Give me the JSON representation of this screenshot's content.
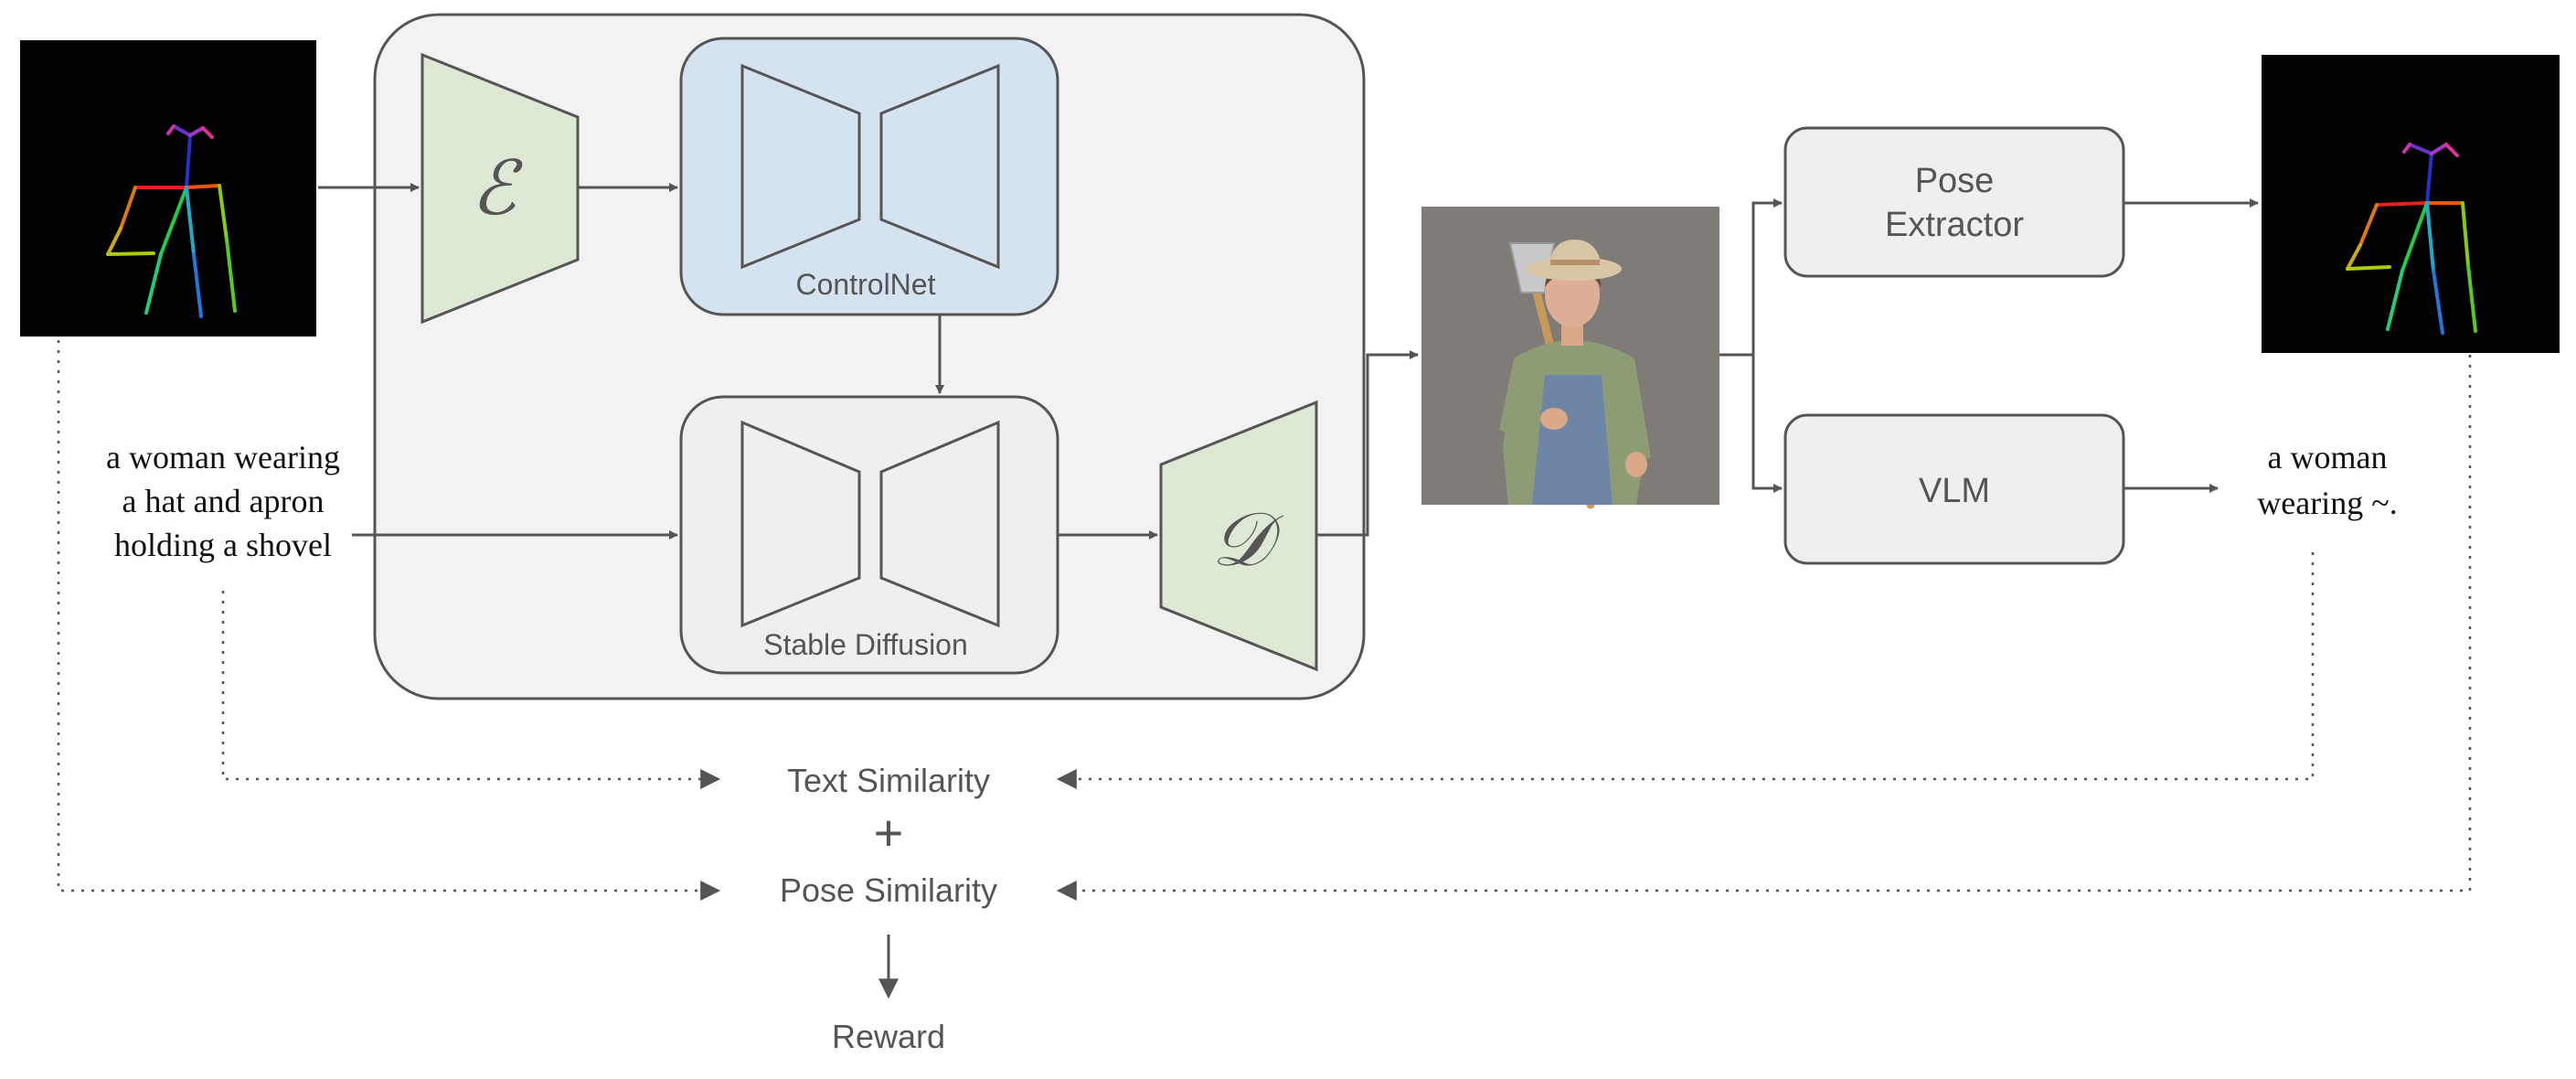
{
  "input": {
    "prompt_lines": [
      "a woman wearing",
      "a hat and apron",
      "holding a shovel"
    ]
  },
  "model": {
    "encoder_symbol": "ℰ",
    "decoder_symbol": "𝒟",
    "controlnet_label": "ControlNet",
    "stable_diffusion_label": "Stable Diffusion"
  },
  "right": {
    "pose_extractor_lines": [
      "Pose",
      "Extractor"
    ],
    "vlm_label": "VLM",
    "caption_lines": [
      "a woman",
      "wearing ~."
    ]
  },
  "reward": {
    "text_similarity": "Text Similarity",
    "plus": "+",
    "pose_similarity": "Pose Similarity",
    "reward_label": "Reward"
  },
  "colors": {
    "line": "#555555",
    "text": "#555555",
    "panel_bg": "#f2f2f2",
    "box_bg": "#efefef",
    "encoder_fill": "#dde9d5",
    "controlnet_fill": "#d5e2f0",
    "pose_bg": "#000000",
    "photo_bg": "#7f7b76"
  },
  "icons": {
    "input_pose": "pose-skeleton-icon",
    "output_pose": "pose-skeleton-icon",
    "generated_image": "woman-with-shovel-image"
  }
}
